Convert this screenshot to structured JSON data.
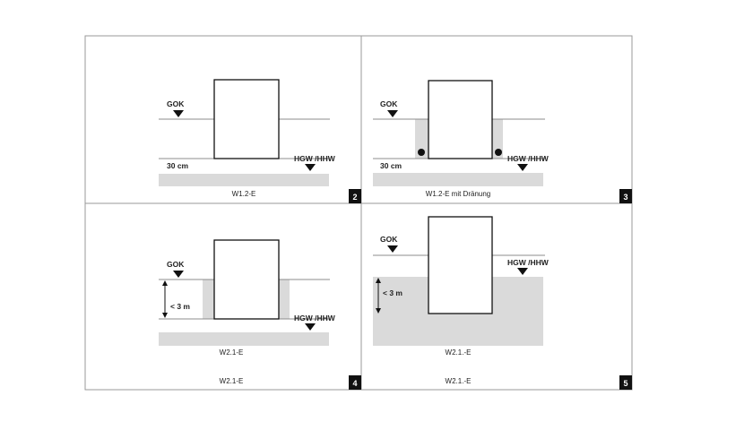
{
  "colors": {
    "ground": "#dadada",
    "line": "#8c8c8c",
    "ink": "#111111",
    "frame": "#9a9a9a"
  },
  "panels": [
    {
      "number": "2",
      "caption": "W1.2-E",
      "gok": "GOK",
      "water": "HGW /HHW",
      "depth": "30 cm"
    },
    {
      "number": "3",
      "caption": "W1.2-E mit Dränung",
      "gok": "GOK",
      "water": "HGW /HHW",
      "depth": "30 cm"
    },
    {
      "number": "4",
      "caption": "W2.1-E",
      "caption_bottom": "W2.1-E",
      "gok": "GOK",
      "water": "HGW /HHW",
      "depth": "< 3 m"
    },
    {
      "number": "5",
      "caption": "W2.1.-E",
      "caption_bottom": "W2.1.-E",
      "gok": "GOK",
      "water": "HGW /HHW",
      "depth": "< 3 m"
    }
  ]
}
